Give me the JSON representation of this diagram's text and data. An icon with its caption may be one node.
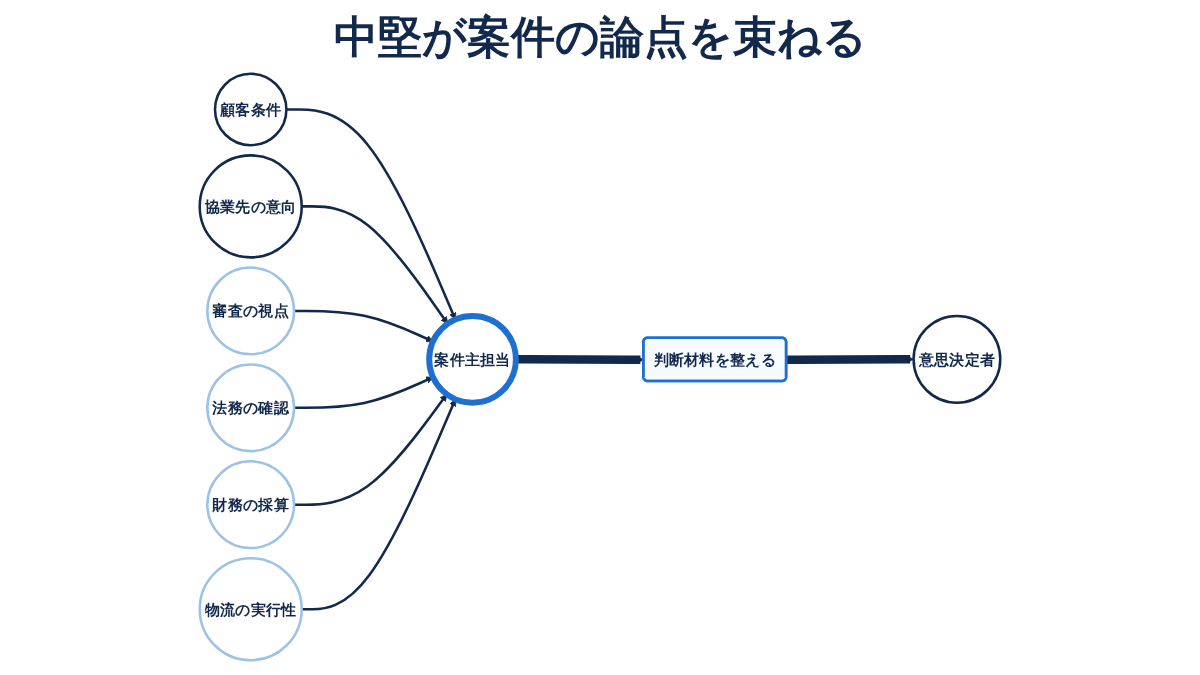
{
  "diagram": {
    "title": "中堅が案件の論点を束ねる",
    "nodes": [
      {
        "text": [
          "顧客条件"
        ]
      },
      {
        "text": [
          "協業先の意向"
        ]
      },
      {
        "text": [
          "審査の視点"
        ]
      },
      {
        "text": [
          "法務の確認"
        ]
      },
      {
        "text": [
          "財務の採算"
        ]
      },
      {
        "text": [
          "物流の実行性"
        ]
      },
      {
        "text": [
          "案件主担当"
        ]
      },
      {
        "text": [
          "判断材料を整える"
        ]
      },
      {
        "text": [
          "意思決定者"
        ]
      }
    ],
    "edges": [
      {
        "from": 0,
        "to": 6,
        "arrow": "to"
      },
      {
        "from": 1,
        "to": 6,
        "arrow": "to"
      },
      {
        "from": 2,
        "to": 6,
        "arrow": "to"
      },
      {
        "from": 3,
        "to": 6,
        "arrow": "to"
      },
      {
        "from": 4,
        "to": 6,
        "arrow": "to"
      },
      {
        "from": 5,
        "to": 6,
        "arrow": "to"
      },
      {
        "from": 6,
        "to": 7,
        "arrow": "to",
        "style": "thick"
      },
      {
        "from": 7,
        "to": 8,
        "arrow": "to",
        "style": "thick"
      }
    ]
  }
}
